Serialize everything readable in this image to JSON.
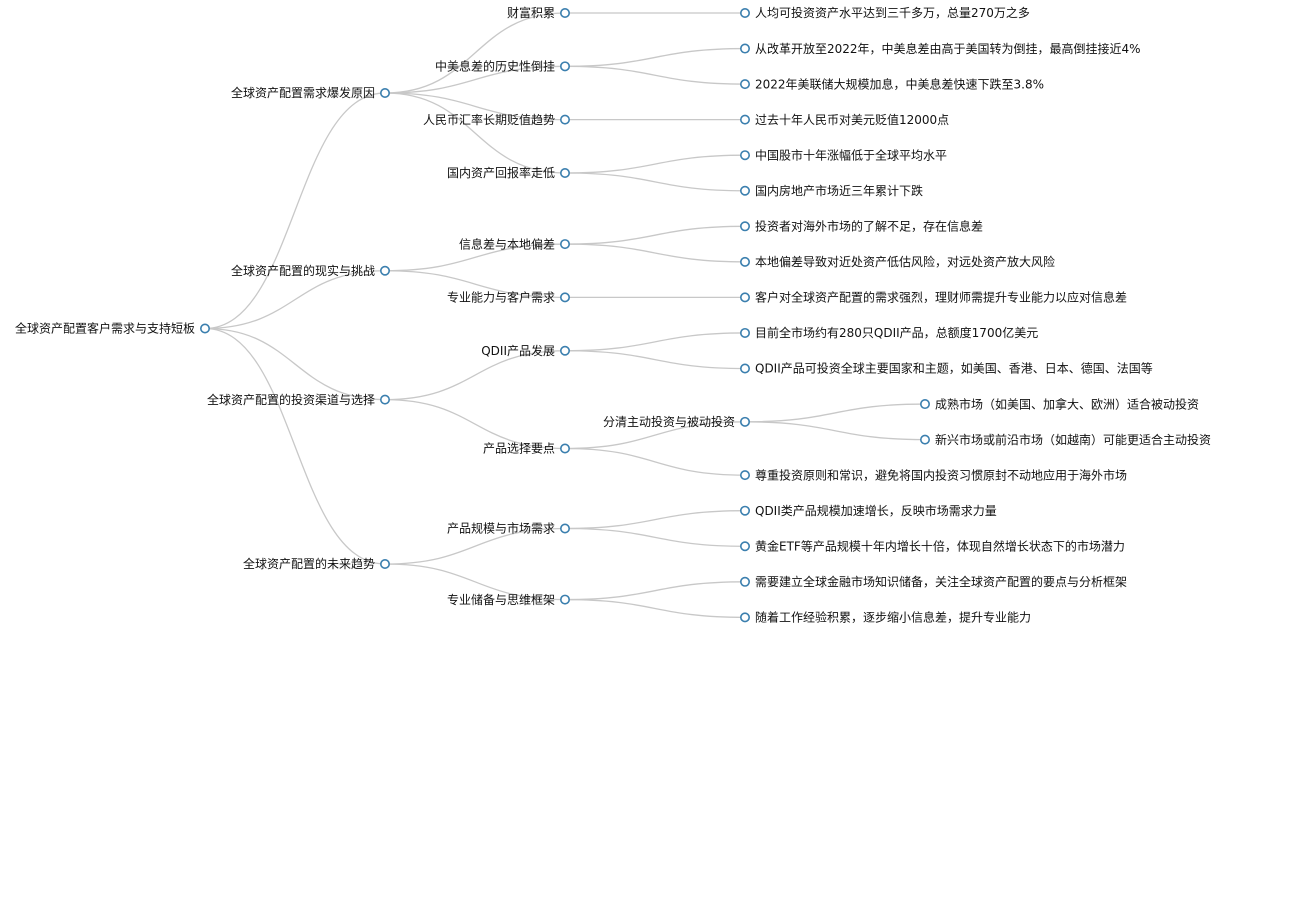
{
  "tree": {
    "name": "全球资产配置客户需求与支持短板",
    "children": [
      {
        "name": "全球资产配置需求爆发原因",
        "children": [
          {
            "name": "财富积累",
            "children": [
              {
                "name": "人均可投资资产水平达到三千多万，总量270万之多"
              }
            ]
          },
          {
            "name": "中美息差的历史性倒挂",
            "children": [
              {
                "name": "从改革开放至2022年，中美息差由高于美国转为倒挂，最高倒挂接近4%"
              },
              {
                "name": "2022年美联储大规模加息，中美息差快速下跌至3.8%"
              }
            ]
          },
          {
            "name": "人民币汇率长期贬值趋势",
            "children": [
              {
                "name": "过去十年人民币对美元贬值12000点"
              }
            ]
          },
          {
            "name": "国内资产回报率走低",
            "children": [
              {
                "name": "中国股市十年涨幅低于全球平均水平"
              },
              {
                "name": "国内房地产市场近三年累计下跌"
              }
            ]
          }
        ]
      },
      {
        "name": "全球资产配置的现实与挑战",
        "children": [
          {
            "name": "信息差与本地偏差",
            "children": [
              {
                "name": "投资者对海外市场的了解不足，存在信息差"
              },
              {
                "name": "本地偏差导致对近处资产低估风险，对远处资产放大风险"
              }
            ]
          },
          {
            "name": "专业能力与客户需求",
            "children": [
              {
                "name": "客户对全球资产配置的需求强烈，理财师需提升专业能力以应对信息差"
              }
            ]
          }
        ]
      },
      {
        "name": "全球资产配置的投资渠道与选择",
        "children": [
          {
            "name": "QDII产品发展",
            "children": [
              {
                "name": "目前全市场约有280只QDII产品，总额度1700亿美元"
              },
              {
                "name": "QDII产品可投资全球主要国家和主题，如美国、香港、日本、德国、法国等"
              }
            ]
          },
          {
            "name": "产品选择要点",
            "children": [
              {
                "name": "分清主动投资与被动投资",
                "children": [
                  {
                    "name": "成熟市场（如美国、加拿大、欧洲）适合被动投资"
                  },
                  {
                    "name": "新兴市场或前沿市场（如越南）可能更适合主动投资"
                  }
                ]
              },
              {
                "name": "尊重投资原则和常识，避免将国内投资习惯原封不动地应用于海外市场"
              }
            ]
          }
        ]
      },
      {
        "name": "全球资产配置的未来趋势",
        "children": [
          {
            "name": "产品规模与市场需求",
            "children": [
              {
                "name": "QDII类产品规模加速增长，反映市场需求力量"
              },
              {
                "name": "黄金ETF等产品规模十年内增长十倍，体现自然增长状态下的市场潜力"
              }
            ]
          },
          {
            "name": "专业储备与思维框架",
            "children": [
              {
                "name": "需要建立全球金融市场知识储备，关注全球资产配置的要点与分析框架"
              },
              {
                "name": "随着工作经验积累，逐步缩小信息差，提升专业能力"
              }
            ]
          }
        ]
      }
    ]
  }
}
